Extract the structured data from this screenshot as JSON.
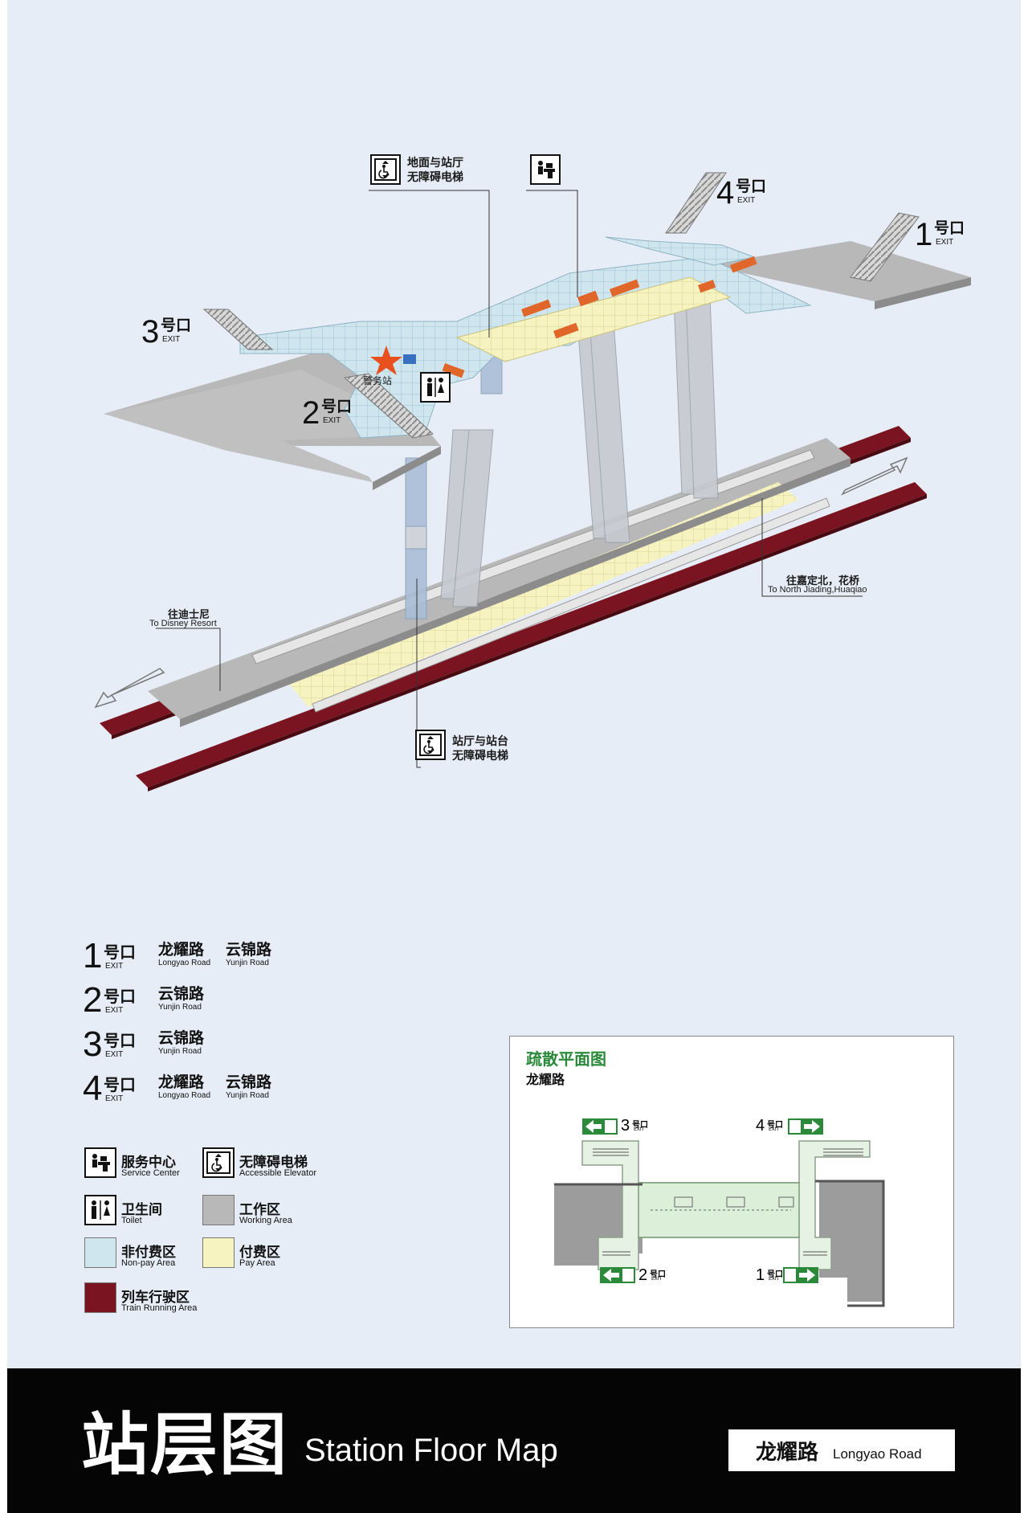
{
  "exits_on_map": [
    {
      "num": "1",
      "cn": "号口",
      "en": "EXIT"
    },
    {
      "num": "2",
      "cn": "号口",
      "en": "EXIT"
    },
    {
      "num": "3",
      "cn": "号口",
      "en": "EXIT"
    },
    {
      "num": "4",
      "cn": "号口",
      "en": "EXIT"
    }
  ],
  "map_labels": {
    "elevator_top": [
      "地面与站厅",
      "无障碍电梯"
    ],
    "elevator_bottom": [
      "站厅与站台",
      "无障碍电梯"
    ],
    "police": "警务站",
    "dir_north_cn": "往嘉定北，花桥",
    "dir_north_en": "To North Jiading,Huaqiao",
    "dir_disney_cn": "往迪士尼",
    "dir_disney_en": "To Disney Resort"
  },
  "exit_legend": [
    {
      "num": "1",
      "kou": "号口",
      "en": "EXIT",
      "roads": [
        {
          "cn": "龙耀路",
          "en": "Longyao Road"
        },
        {
          "cn": "云锦路",
          "en": "Yunjin Road"
        }
      ]
    },
    {
      "num": "2",
      "kou": "号口",
      "en": "EXIT",
      "roads": [
        {
          "cn": "云锦路",
          "en": "Yunjin Road"
        }
      ]
    },
    {
      "num": "3",
      "kou": "号口",
      "en": "EXIT",
      "roads": [
        {
          "cn": "云锦路",
          "en": "Yunjin Road"
        }
      ]
    },
    {
      "num": "4",
      "kou": "号口",
      "en": "EXIT",
      "roads": [
        {
          "cn": "龙耀路",
          "en": "Longyao Road"
        },
        {
          "cn": "云锦路",
          "en": "Yunjin Road"
        }
      ]
    }
  ],
  "facility_legend": {
    "service": {
      "cn": "服务中心",
      "en": "Service Center"
    },
    "elevator": {
      "cn": "无障碍电梯",
      "en": "Accessible Elevator"
    },
    "toilet": {
      "cn": "卫生间",
      "en": "Toilet"
    },
    "working": {
      "cn": "工作区",
      "en": "Working Area"
    },
    "nonpay": {
      "cn": "非付费区",
      "en": "Non-pay Area"
    },
    "pay": {
      "cn": "付费区",
      "en": "Pay Area"
    },
    "train": {
      "cn": "列车行驶区",
      "en": "Train Running Area"
    }
  },
  "evacuation": {
    "title": "疏散平面图",
    "subtitle": "龙耀路",
    "exits": [
      {
        "num": "3",
        "kou": "号口",
        "en": "EXIT"
      },
      {
        "num": "4",
        "kou": "号口",
        "en": "EXIT"
      },
      {
        "num": "2",
        "kou": "号口",
        "en": "EXIT"
      },
      {
        "num": "1",
        "kou": "号口",
        "en": "EXIT"
      }
    ]
  },
  "footer": {
    "title_cn": "站层图",
    "title_en": "Station Floor Map",
    "station_cn": "龙耀路",
    "station_en": "Longyao Road"
  },
  "colors": {
    "background": "#e7edf6",
    "non_pay": "#cfe6ef",
    "pay": "#f7f3c0",
    "working": "#b8b8b8",
    "train": "#7a1420",
    "evac_green": "#2a8a3a",
    "police_star": "#e8501e"
  }
}
